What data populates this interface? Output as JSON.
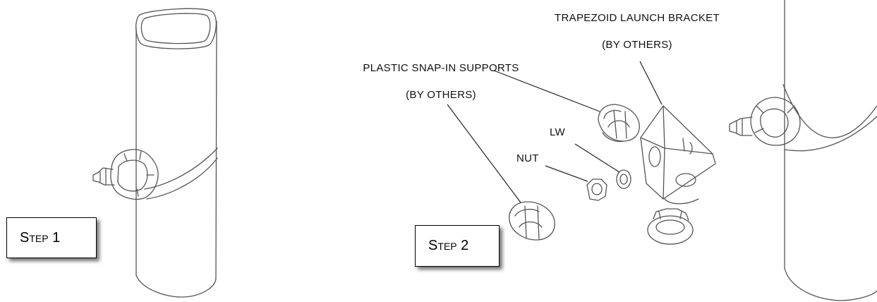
{
  "steps": {
    "step1": "Step 1",
    "step2": "Step 2"
  },
  "callouts": {
    "bracket_line1": "TRAPEZOID LAUNCH BRACKET",
    "bracket_line2": "(BY OTHERS)",
    "supports_line1": "PLASTIC SNAP-IN SUPPORTS",
    "supports_line2": "(BY OTHERS)",
    "lw": "LW",
    "nut": "NUT"
  }
}
